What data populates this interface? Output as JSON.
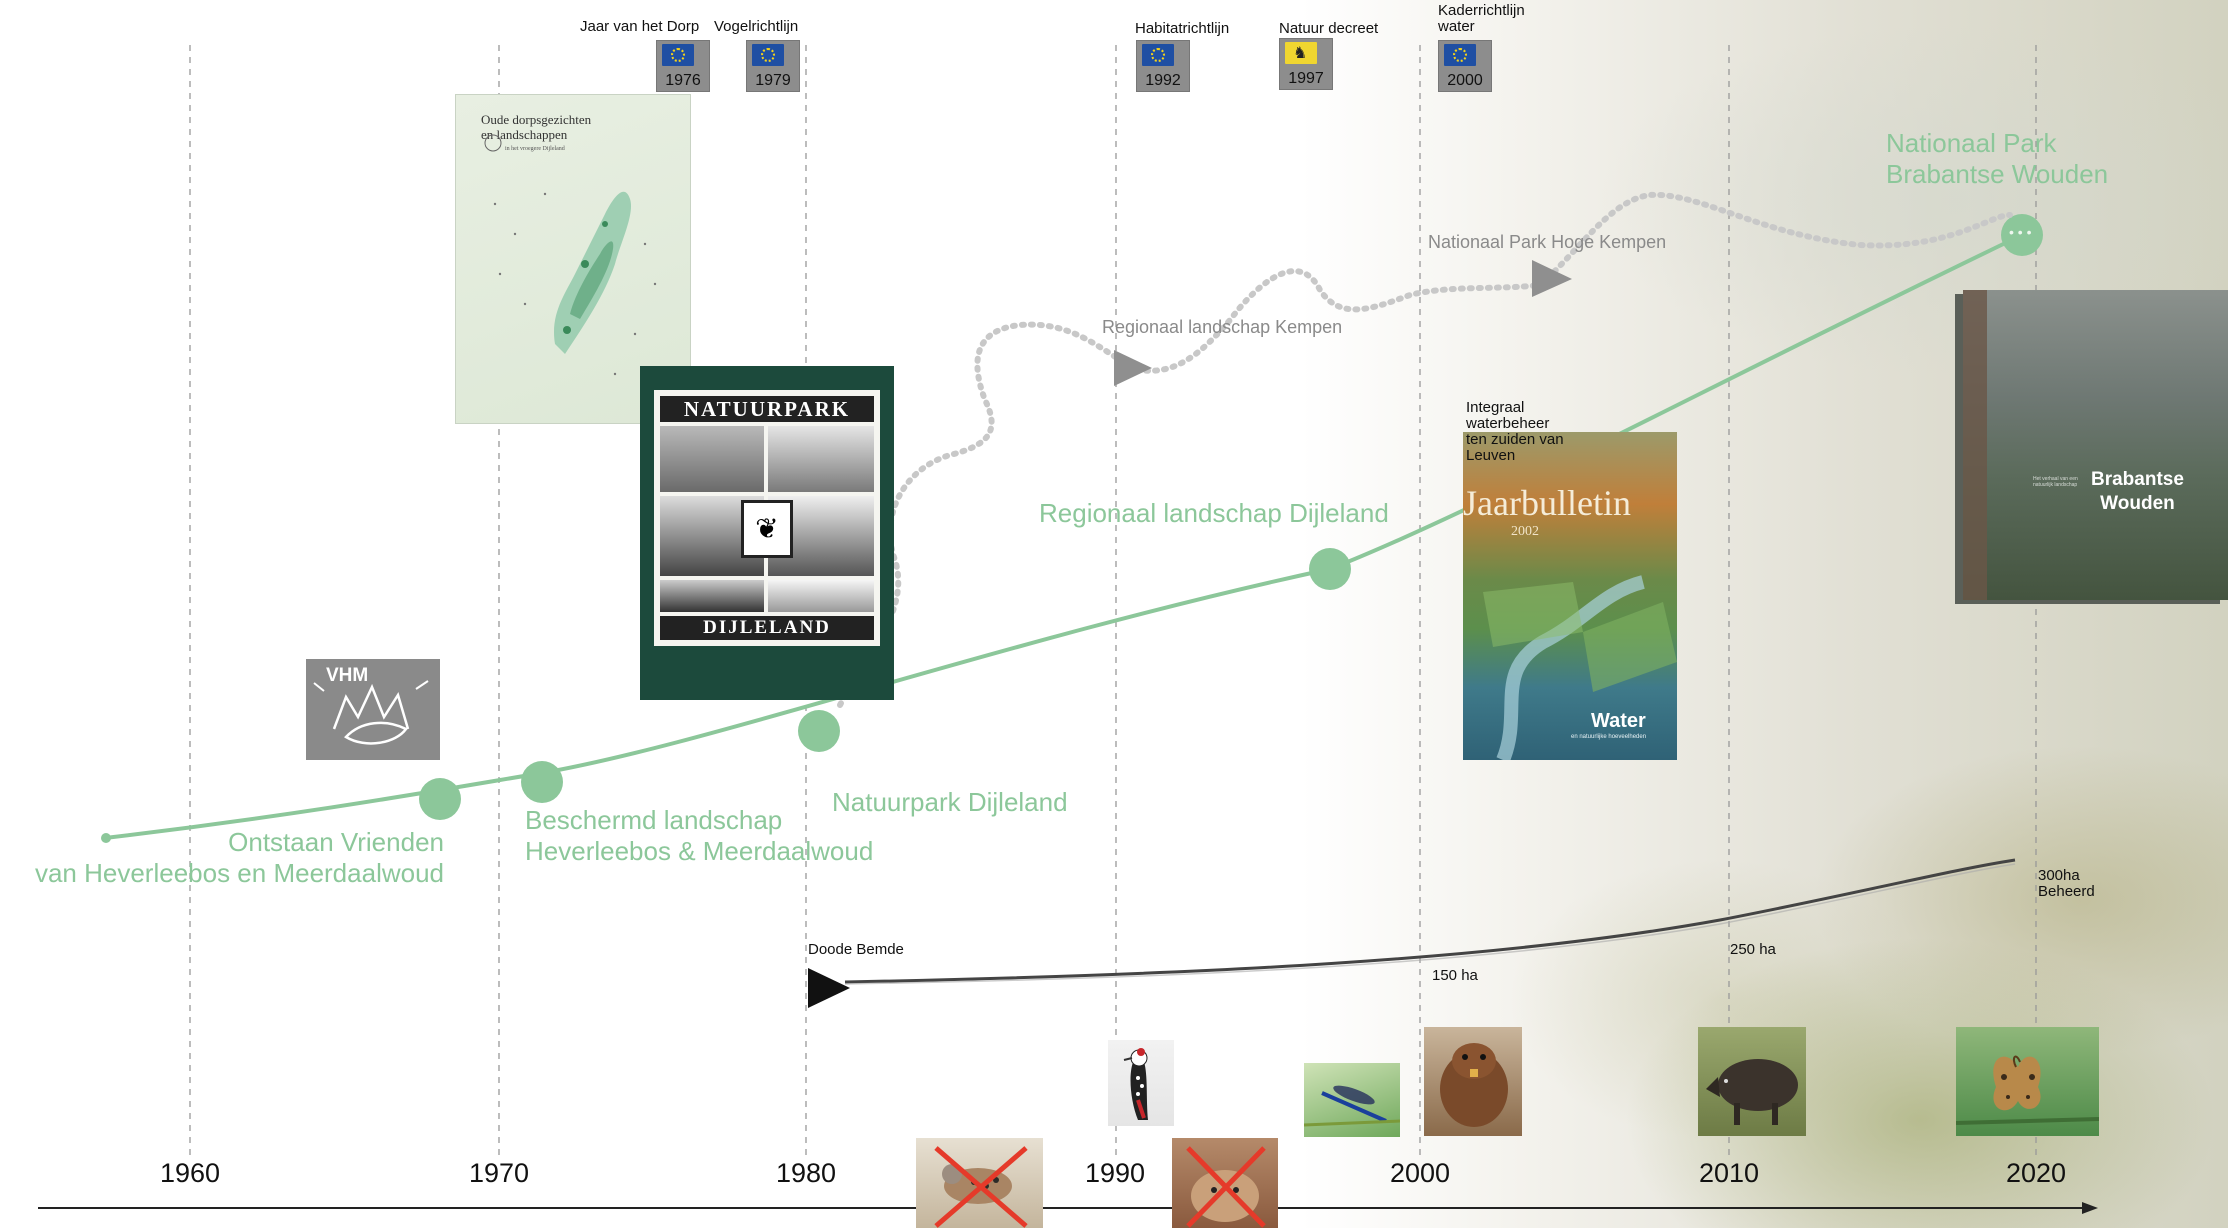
{
  "axis": {
    "years": [
      "1960",
      "1970",
      "1980",
      "1990",
      "2000",
      "2010",
      "2020"
    ]
  },
  "directives": [
    {
      "title": "Jaar van het Dorp",
      "year": "1976"
    },
    {
      "title": "Vogelrichtlijn",
      "year": "1979"
    },
    {
      "title": "Habitatrichtlijn",
      "year": "1992"
    },
    {
      "title": "Natuur decreet",
      "year": "1997"
    },
    {
      "title": "Kaderrichtlijn water",
      "year": "2000"
    }
  ],
  "milestones": {
    "vrienden": "Ontstaan Vrienden\nvan Heverleebos en Meerdaalwoud",
    "beschermd": "Beschermd landschap\nHeverleebos & Meerdaalwoud",
    "natuurpark": "Natuurpark Dijleland",
    "regionaal": "Regionaal landschap Dijleland",
    "nationaal": "Nationaal Park\nBrabantse Wouden"
  },
  "kempen": {
    "regionaal": "Regionaal landschap Kempen",
    "nationaal": "Nationaal Park Hoge Kempen"
  },
  "beheer": {
    "start": "Doode Bemde",
    "ha150": "150 ha",
    "ha250": "250 ha",
    "ha300": "300ha\nBeheerd"
  },
  "integraal": "Integraal\nwaterbeheer\nten zuiden van\nLeuven",
  "covers": {
    "oude_title": "Oude dorpsgezichten\nen landschappen",
    "oude_sub": "in het vroegere Dijleland",
    "natuurpark_top": "NATUURPARK",
    "natuurpark_bottom": "DIJLELAND",
    "vhm": "VHM",
    "jaarbulletin": "Jaarbulletin",
    "jaar_year": "2002",
    "water": "Water",
    "water_sub": "en natuurlijke hoeveelheden",
    "brabantse": "Brabantse\nWouden",
    "brabantse_sub": "Het verhaal van een natuurlijk landschap"
  },
  "colors": {
    "green_line": "#8cc79a",
    "grey_dots": "#bdbdbd"
  }
}
